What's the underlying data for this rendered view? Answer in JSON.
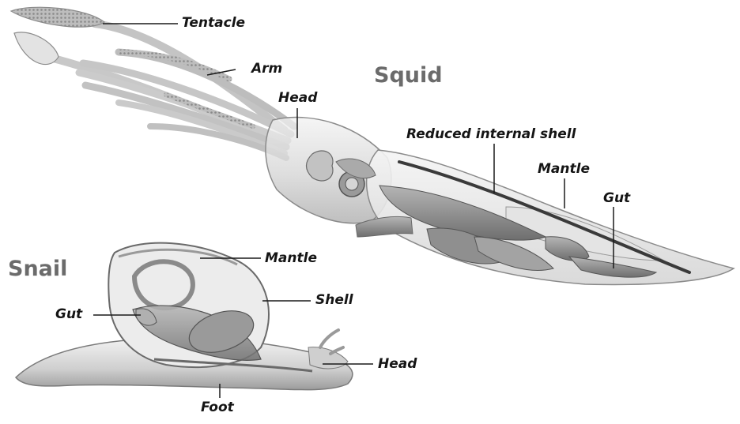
{
  "squid": {
    "title": "Squid",
    "labels": {
      "tentacle": "Tentacle",
      "arm": "Arm",
      "head": "Head",
      "shell": "Reduced internal shell",
      "mantle": "Mantle",
      "gut": "Gut"
    }
  },
  "snail": {
    "title": "Snail",
    "labels": {
      "mantle": "Mantle",
      "gut": "Gut",
      "shell": "Shell",
      "head": "Head",
      "foot": "Foot"
    }
  }
}
